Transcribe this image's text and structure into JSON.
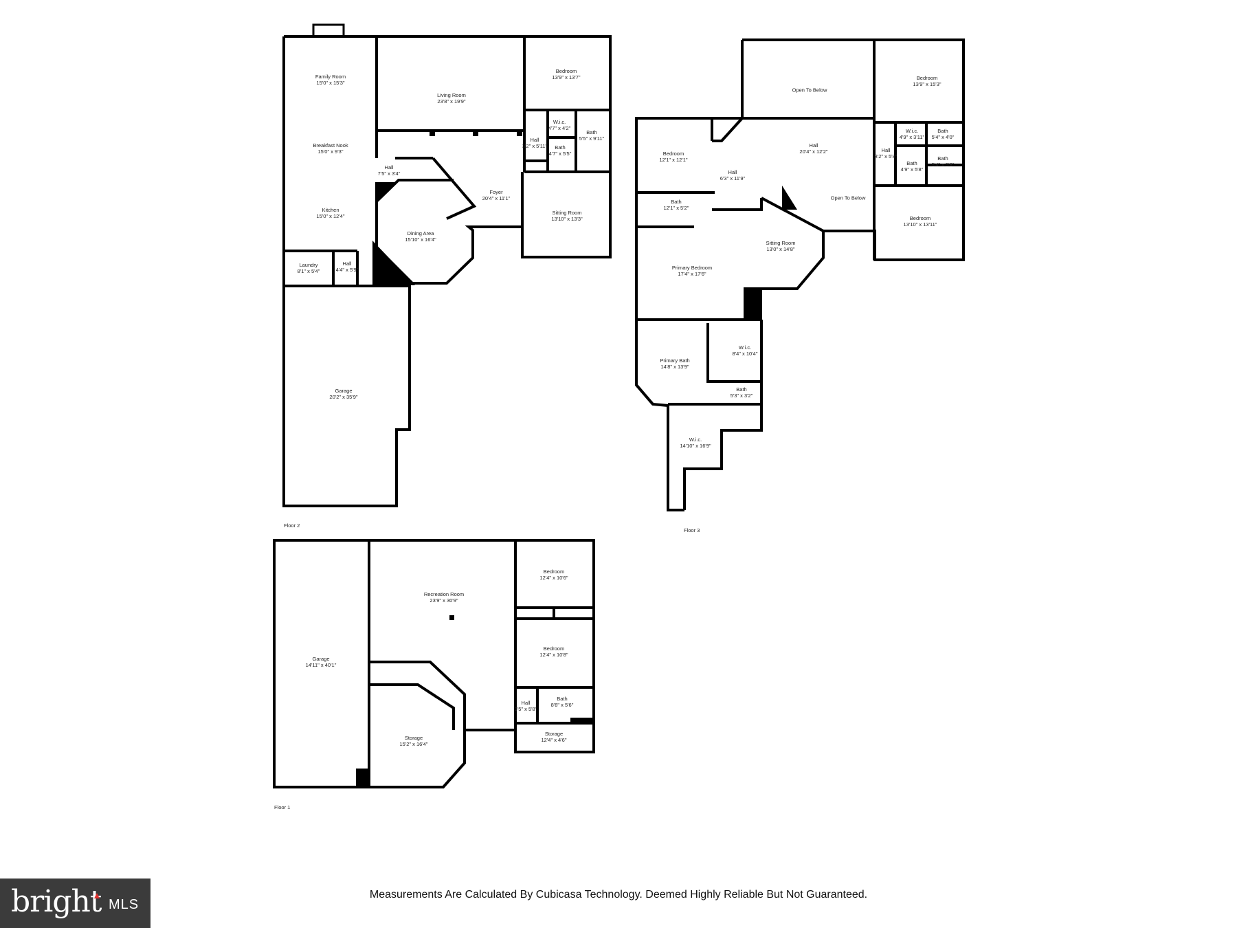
{
  "floors": [
    {
      "label": "Floor 2",
      "rooms": [
        {
          "name": "Family Room",
          "dim": "15'0\" x 15'3\""
        },
        {
          "name": "Breakfast Nook",
          "dim": "15'0\" x 9'3\""
        },
        {
          "name": "Kitchen",
          "dim": "15'0\" x 12'4\""
        },
        {
          "name": "Living Room",
          "dim": "23'8\" x 19'9\""
        },
        {
          "name": "Bedroom",
          "dim": "13'9\" x 13'7\""
        },
        {
          "name": "W.i.c.",
          "dim": "4'7\" x 4'2\""
        },
        {
          "name": "Bath",
          "dim": "5'5\" x 9'11\""
        },
        {
          "name": "Hall",
          "dim": "3'2\" x 5'11\""
        },
        {
          "name": "Bath",
          "dim": "4'7\" x 5'5\""
        },
        {
          "name": "Hall",
          "dim": "7'5\" x 3'4\""
        },
        {
          "name": "Foyer",
          "dim": "20'4\" x 11'1\""
        },
        {
          "name": "Sitting Room",
          "dim": "13'10\" x 13'3\""
        },
        {
          "name": "Dining Area",
          "dim": "15'10\" x 16'4\""
        },
        {
          "name": "Laundry",
          "dim": "8'1\" x 5'4\""
        },
        {
          "name": "Hall",
          "dim": "4'4\" x 5'9\""
        },
        {
          "name": "Garage",
          "dim": "20'2\" x 35'9\""
        }
      ]
    },
    {
      "label": "Floor 3",
      "rooms": [
        {
          "name": "Open To Below",
          "dim": ""
        },
        {
          "name": "Bedroom",
          "dim": "13'9\" x 15'3\""
        },
        {
          "name": "Bedroom",
          "dim": "12'1\" x 12'1\""
        },
        {
          "name": "Hall",
          "dim": "20'4\" x 12'2\""
        },
        {
          "name": "W.i.c.",
          "dim": "4'9\" x 3'11\""
        },
        {
          "name": "Bath",
          "dim": "5'4\" x 4'0\""
        },
        {
          "name": "Hall",
          "dim": "3'2\" x 5'8\""
        },
        {
          "name": "Bath",
          "dim": "4'9\" x 5'8\""
        },
        {
          "name": "Bath",
          "dim": "5'4\" x 5'8\""
        },
        {
          "name": "Hall",
          "dim": "6'3\" x 11'9\""
        },
        {
          "name": "Open To Below",
          "dim": ""
        },
        {
          "name": "Bath",
          "dim": "12'1\" x 5'2\""
        },
        {
          "name": "Bedroom",
          "dim": "13'10\" x 13'11\""
        },
        {
          "name": "Sitting Room",
          "dim": "13'0\" x 14'8\""
        },
        {
          "name": "Primary Bedroom",
          "dim": "17'4\" x 17'6\""
        },
        {
          "name": "W.i.c.",
          "dim": "8'4\" x 10'4\""
        },
        {
          "name": "Primary Bath",
          "dim": "14'8\" x 13'9\""
        },
        {
          "name": "Bath",
          "dim": "5'3\" x 3'2\""
        },
        {
          "name": "W.i.c.",
          "dim": "14'10\" x 16'9\""
        }
      ]
    },
    {
      "label": "Floor 1",
      "rooms": [
        {
          "name": "Bedroom",
          "dim": "12'4\" x 10'6\""
        },
        {
          "name": "Recreation Room",
          "dim": "23'9\" x 30'9\""
        },
        {
          "name": "Garage",
          "dim": "14'11\" x 40'1\""
        },
        {
          "name": "Bedroom",
          "dim": "12'4\" x 10'8\""
        },
        {
          "name": "Hall",
          "dim": "3'5\" x 5'8\""
        },
        {
          "name": "Bath",
          "dim": "8'8\" x 5'6\""
        },
        {
          "name": "Storage",
          "dim": "15'2\" x 16'4\""
        },
        {
          "name": "Storage",
          "dim": "12'4\" x 4'6\""
        }
      ]
    }
  ],
  "disclaimer": "Measurements Are Calculated By Cubicasa Technology. Deemed Highly Reliable But Not Guaranteed.",
  "logo": {
    "word": "bright",
    "suffix": "MLS"
  },
  "colors": {
    "wall": "#000000",
    "background": "#ffffff",
    "logo_bg": "#3b3b3b",
    "logo_accent": "#e0312e"
  }
}
